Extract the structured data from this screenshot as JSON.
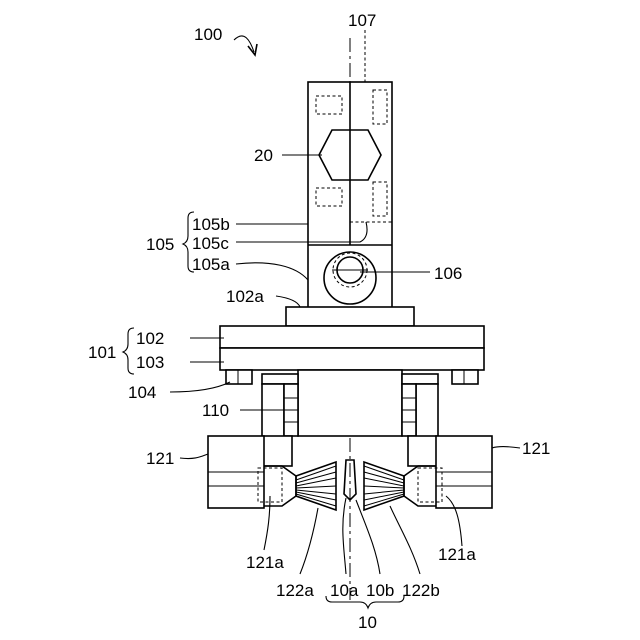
{
  "labels": {
    "device": "100",
    "axis": "107",
    "nut": "20",
    "part_105": "105",
    "part_105a": "105a",
    "part_105b": "105b",
    "part_105c": "105c",
    "pin": "106",
    "face_102a": "102a",
    "part_101": "101",
    "plate_102": "102",
    "plate_103": "103",
    "bolt_104": "104",
    "spacer_110": "110",
    "nozzle_left": "121",
    "nozzle_right": "121",
    "tip_left": "121a",
    "tip_right": "121a",
    "spray_left": "122a",
    "spray_right": "122b",
    "blade_left": "10a",
    "blade_right": "10b",
    "blade": "10"
  }
}
